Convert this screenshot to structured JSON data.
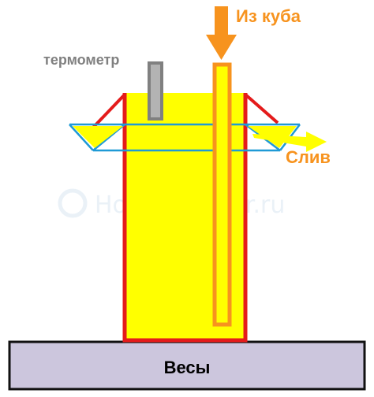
{
  "labels": {
    "from_still": "Из куба",
    "thermometer": "термометр",
    "drain": "Слив",
    "scale": "Весы"
  },
  "watermark": "HomeDistiller.ru",
  "colors": {
    "liquid": "#ffff00",
    "vessel_outline": "#e41b1b",
    "inlet_pipe": "#f7931e",
    "inlet_arrow": "#f7931e",
    "thermometer": "#808080",
    "funnel": "#1f9ad6",
    "drain_arrow": "#ffff00",
    "scale_fill": "#ccc6dd",
    "scale_border": "#111111",
    "watermark": "#d9e6f2"
  }
}
